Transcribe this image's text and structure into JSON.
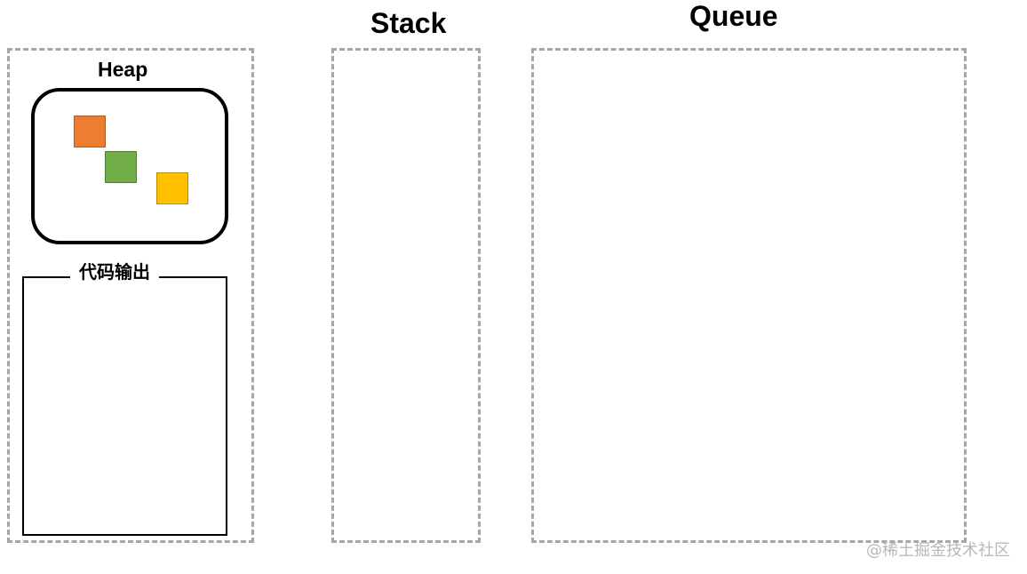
{
  "heap": {
    "title": "Heap",
    "objects": [
      {
        "name": "orange",
        "color": "#ED7D31"
      },
      {
        "name": "green",
        "color": "#70AD47"
      },
      {
        "name": "yellow",
        "color": "#FFC000"
      }
    ]
  },
  "output": {
    "title": "代码输出"
  },
  "stack": {
    "title": "Stack"
  },
  "queue": {
    "title": "Queue"
  },
  "watermark": "@稀土掘金技术社区"
}
